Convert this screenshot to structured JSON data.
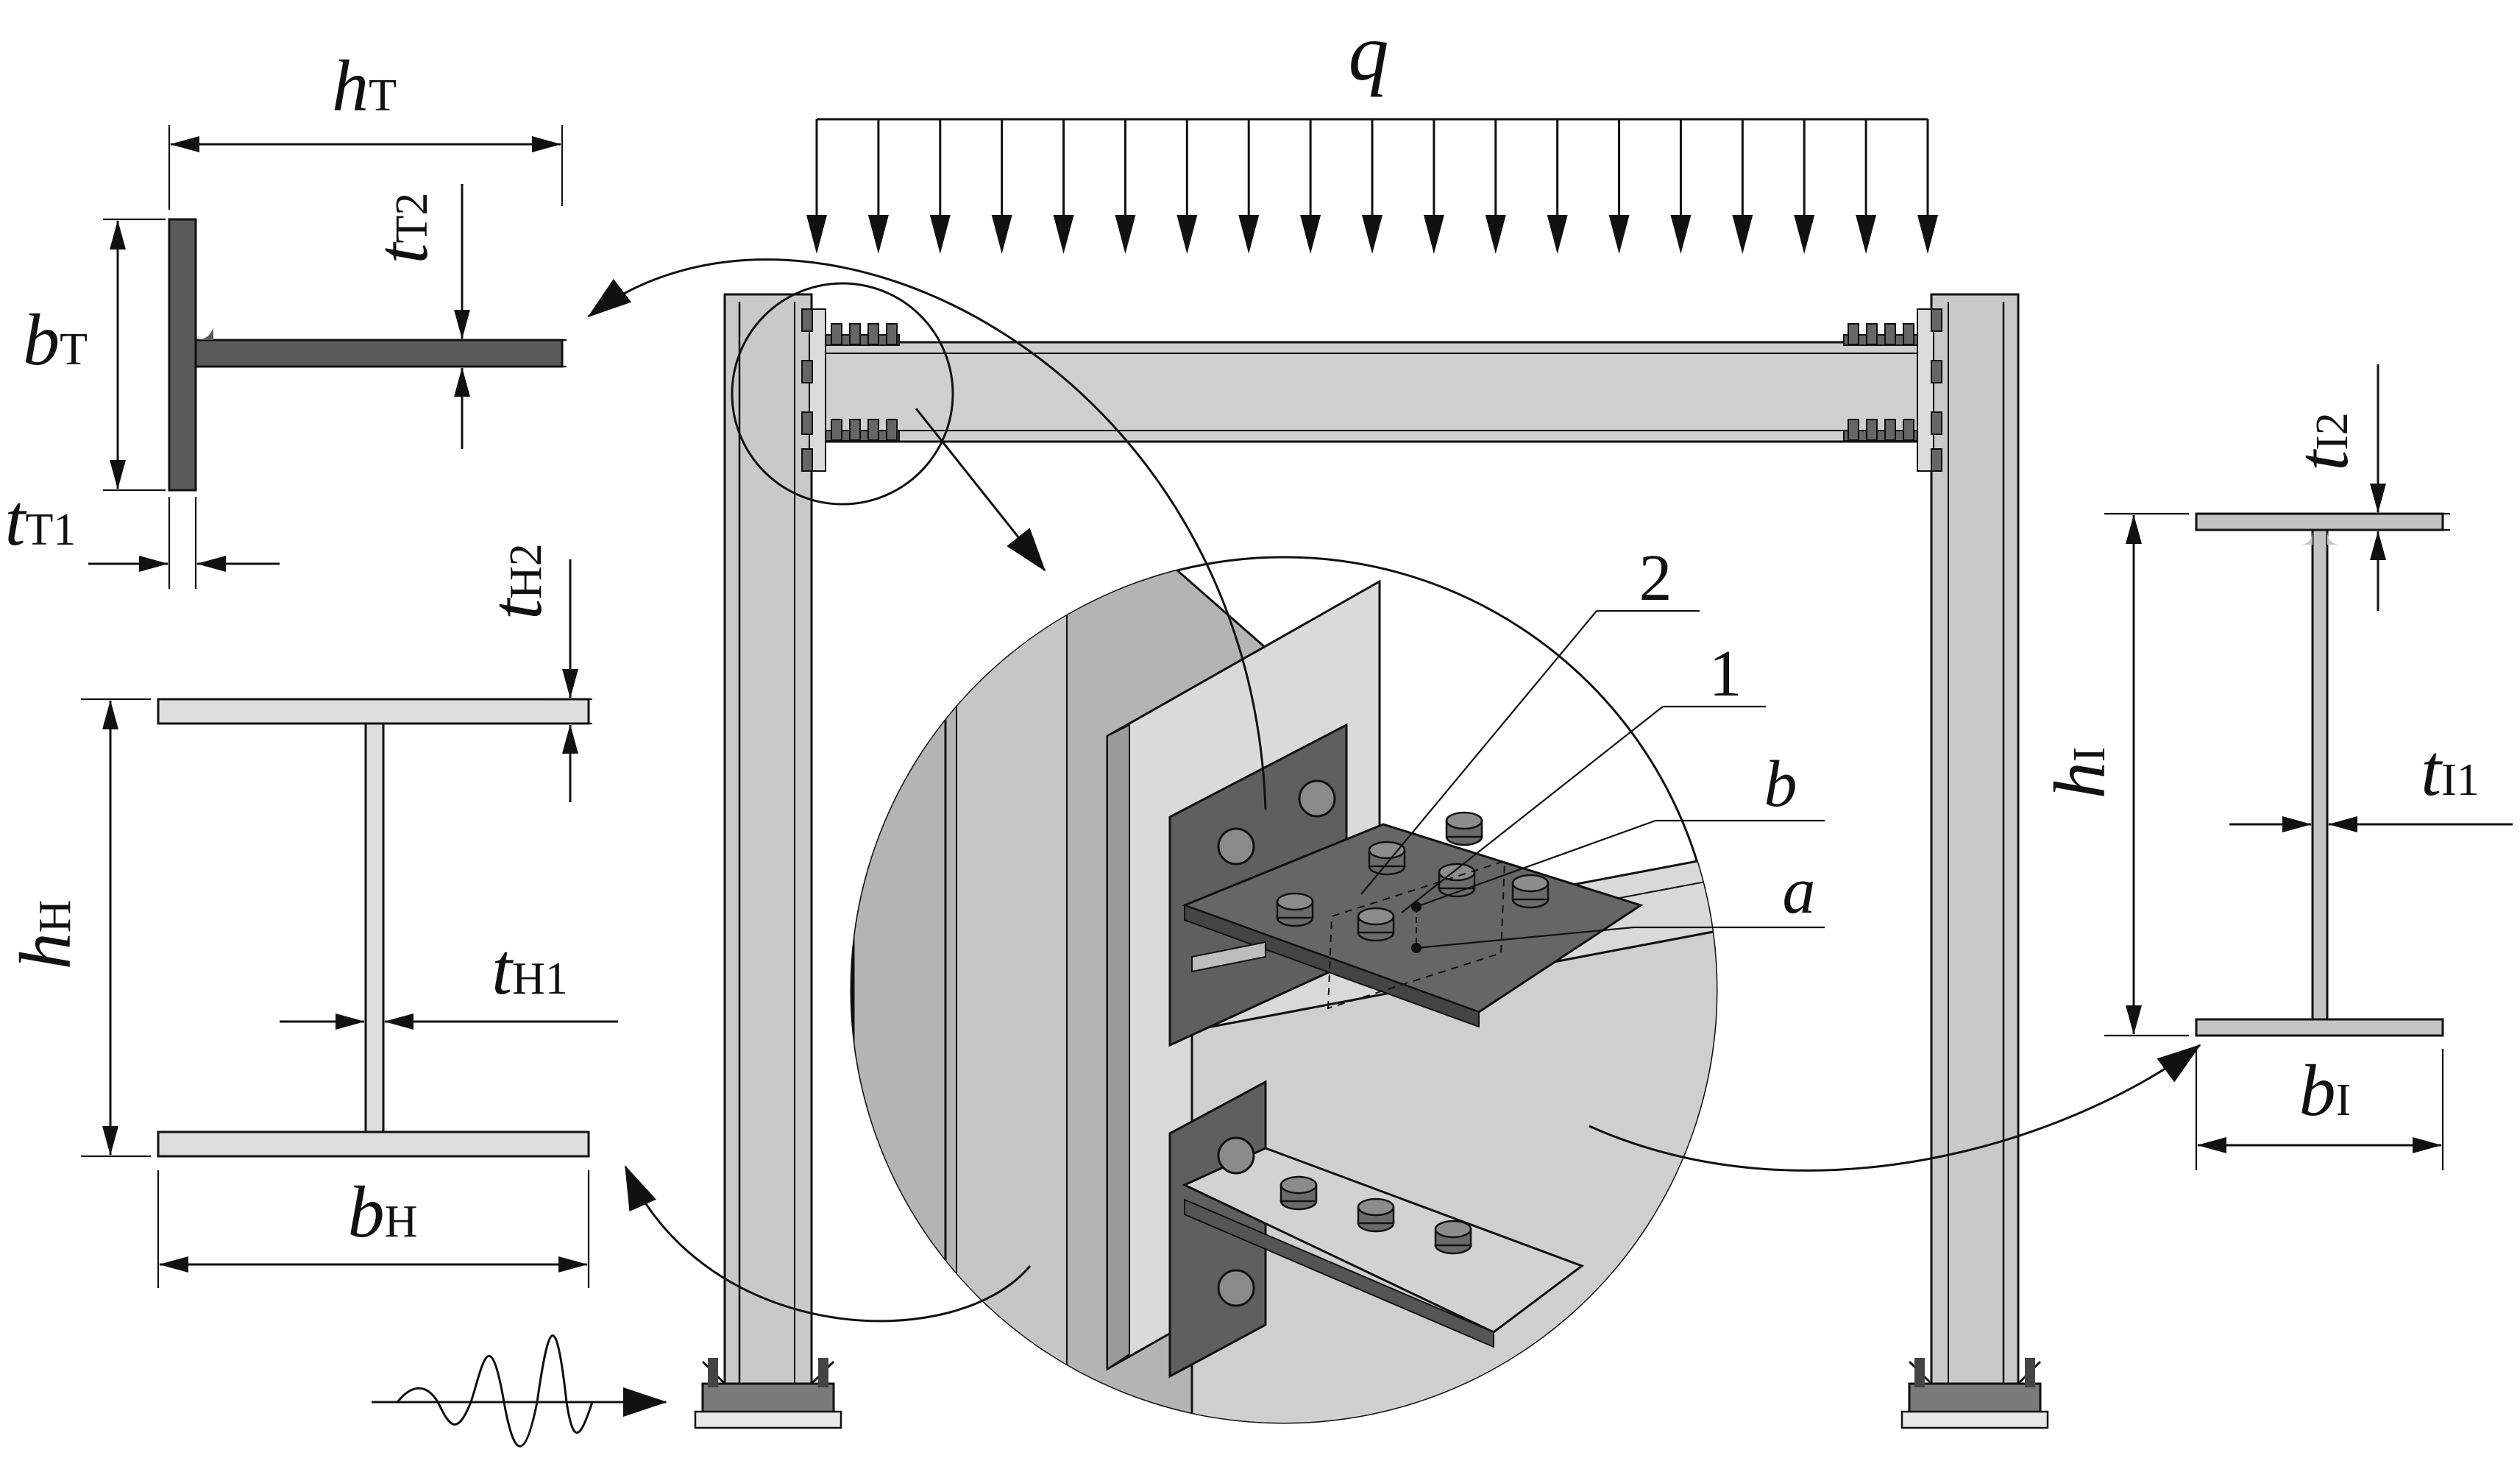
{
  "diagram": {
    "load_label": "q",
    "detail_labels": {
      "n2": "2",
      "n1": "1",
      "b": "b",
      "a": "a"
    },
    "tee": {
      "h": {
        "main": "h",
        "sub": "T"
      },
      "b": {
        "main": "b",
        "sub": "T"
      },
      "t1": {
        "main": "t",
        "sub": "T1"
      },
      "t2": {
        "main": "t",
        "sub": "T2"
      }
    },
    "column_section": {
      "h": {
        "main": "h",
        "sub": "H"
      },
      "b": {
        "main": "b",
        "sub": "H"
      },
      "t1": {
        "main": "t",
        "sub": "H1"
      },
      "t2": {
        "main": "t",
        "sub": "H2"
      }
    },
    "beam_section": {
      "h": {
        "main": "h",
        "sub": "I"
      },
      "b": {
        "main": "b",
        "sub": "I"
      },
      "t1": {
        "main": "t",
        "sub": "I1"
      },
      "t2": {
        "main": "t",
        "sub": "I2"
      }
    },
    "colors": {
      "column": "#c4c4c4",
      "beam": "#cfcfcf",
      "tee": "#5a5a5a",
      "plate": "#e0e0e0",
      "line": "#111111"
    },
    "icons": [
      "ground-motion-icon",
      "support-base-icon",
      "bolt-icon"
    ]
  }
}
